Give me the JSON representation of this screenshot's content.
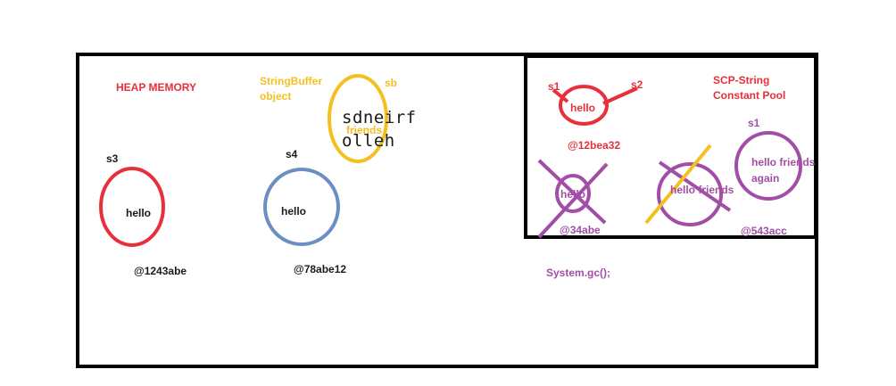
{
  "heap": {
    "title": "HEAP MEMORY"
  },
  "scp": {
    "title_line1": "SCP-String",
    "title_line2": "Constant Pool"
  },
  "string_buffer": {
    "label_line1": "StringBuffer",
    "label_line2": "object",
    "ref": "sb",
    "text_under": "friends",
    "reversed_line1": "sdneirf",
    "reversed_line2": "olleh"
  },
  "heap_objects": [
    {
      "ref": "s3",
      "text": "hello",
      "address": "@1243abe",
      "color": "#e8303a"
    },
    {
      "ref": "s4",
      "text": "hello",
      "address": "@78abe12",
      "color": "#6a8fc0"
    }
  ],
  "scp_objects": [
    {
      "refs": [
        "s1",
        "s2"
      ],
      "text": "hello",
      "address": "@12bea32",
      "color": "#e8303a"
    },
    {
      "text": "hello",
      "address": "@34abe",
      "crossed": true,
      "color": "#a24ea6"
    },
    {
      "text": "hello friends",
      "crossed": true,
      "color": "#a24ea6"
    },
    {
      "ref": "s1",
      "text_line1": "hello friends",
      "text_line2": "again",
      "address": "@543acc",
      "color": "#a24ea6"
    }
  ],
  "gc_call": "System.gc();",
  "colors": {
    "border": "#000000",
    "red": "#e8303a",
    "yellow": "#f4c020",
    "purple": "#a24ea6",
    "blue": "#6a8fc0"
  }
}
